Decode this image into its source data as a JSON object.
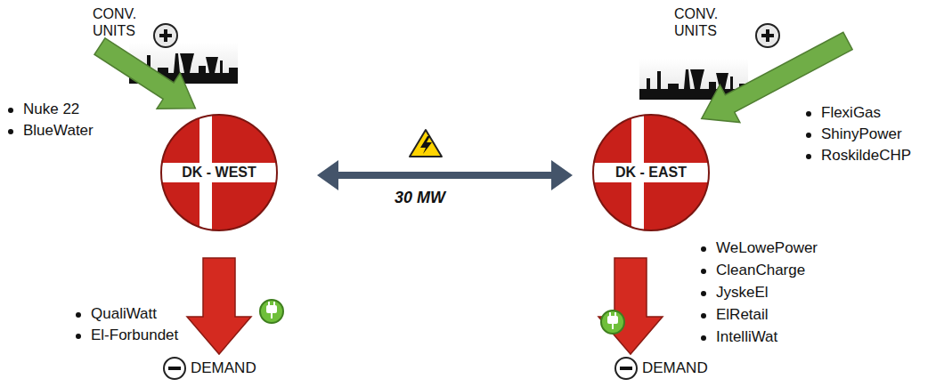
{
  "diagram": {
    "nodes": [
      {
        "text": [
          "DK - WEST"
        ]
      },
      {
        "text": [
          "DK - EAST"
        ]
      }
    ],
    "edges": [
      {
        "from": 0,
        "to": 1,
        "arrow": "both",
        "label": "30 MW"
      }
    ],
    "labels": [
      "CONV. UNITS",
      "Nuke 22",
      "BlueWater",
      "QualiWatt",
      "El-Forbundet",
      "DEMAND",
      "CONV. UNITS",
      "FlexiGas",
      "ShinyPower",
      "RoskildeCHP",
      "WeLowePower",
      "CleanCharge",
      "JyskeEl",
      "ElRetail",
      "IntelliWat",
      "DEMAND"
    ]
  }
}
